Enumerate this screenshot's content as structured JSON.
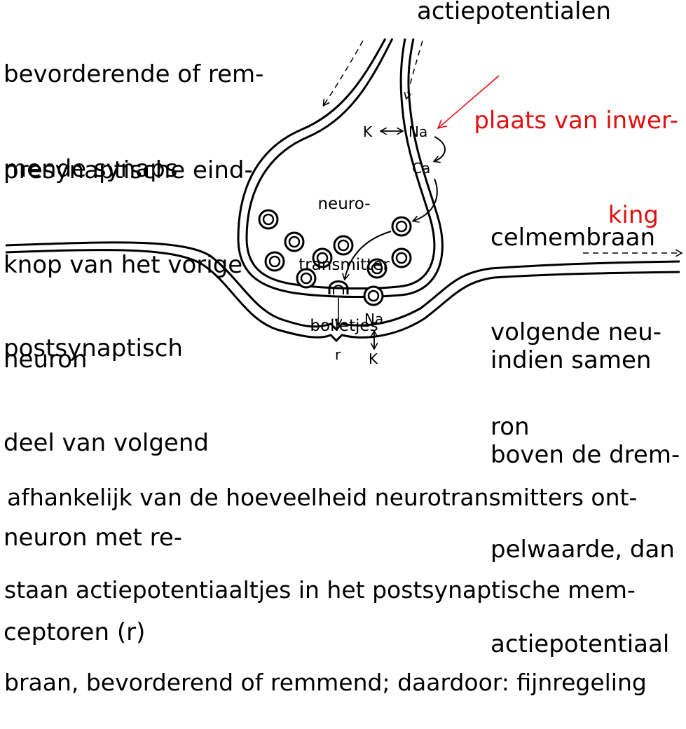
{
  "texts": {
    "synapse_type": [
      "bevorderende of rem-",
      "mende synaps"
    ],
    "action_potentials": "actiepotentialen",
    "site_of_action": [
      "plaats van inwer-",
      "king"
    ],
    "presynaptic": [
      "presynaptische eind-",
      "knop van het vorige",
      "neuron"
    ],
    "cell_membrane": [
      "celmembraan",
      "volgende neu-",
      "ron"
    ],
    "postsynaptic": [
      "postsynaptisch",
      "deel van volgend",
      "neuron met re-",
      "ceptoren (r)"
    ],
    "threshold": [
      "indien samen",
      "boven de drem-",
      "pelwaarde, dan",
      "actiepotentiaal"
    ],
    "vesicles": [
      "neuro-",
      "transmitter",
      "bolletjes"
    ],
    "ion_k": "K",
    "ion_na": "Na",
    "ion_ca": "Ca",
    "receptor": "r",
    "ion_na_post": "Na",
    "ion_k_post": "K",
    "bottom_text": [
      "afhankelijk van de hoeveelheid neurotransmitters ont-",
      "staan actiepotentiaaltjes in het postsynaptische mem-",
      "braan, bevorderend of remmend; daardoor: fijnregeling"
    ]
  },
  "colors": {
    "accent": "#e01010",
    "ink": "#000000"
  }
}
